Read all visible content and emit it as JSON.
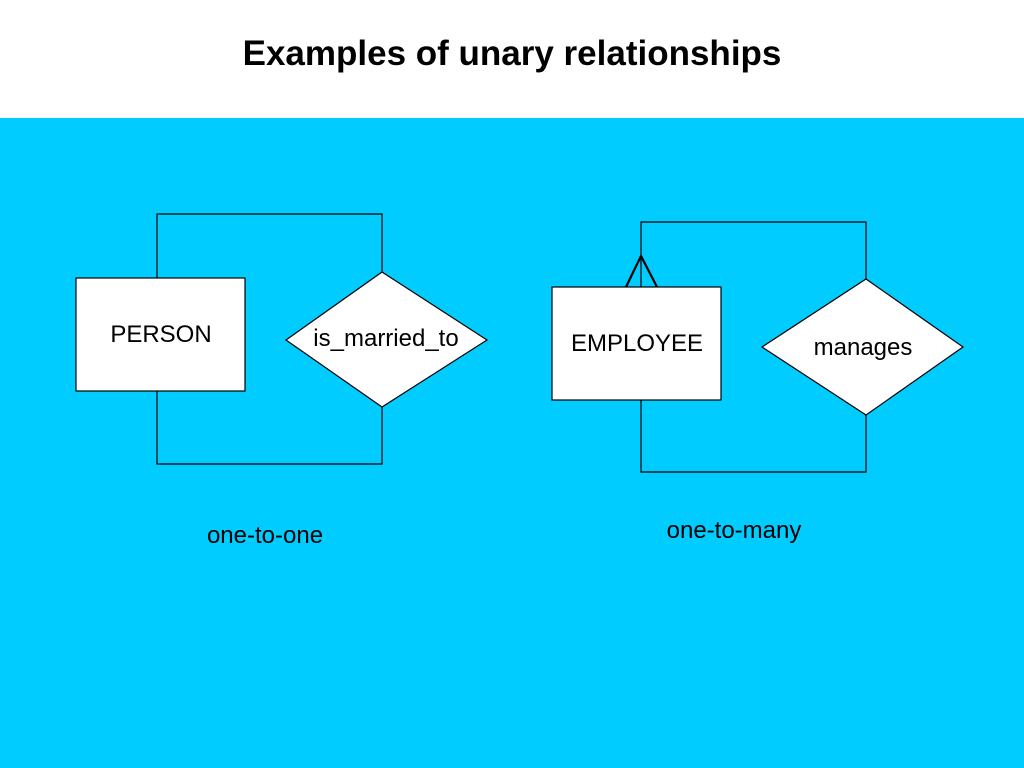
{
  "title": "Examples of unary relationships",
  "colors": {
    "background": "#00CCFF",
    "shape_fill": "#FFFFFF",
    "stroke": "#000000"
  },
  "examples": [
    {
      "entity": "PERSON",
      "relationship": "is_married_to",
      "cardinality": "one-to-one"
    },
    {
      "entity": "EMPLOYEE",
      "relationship": "manages",
      "cardinality": "one-to-many"
    }
  ]
}
